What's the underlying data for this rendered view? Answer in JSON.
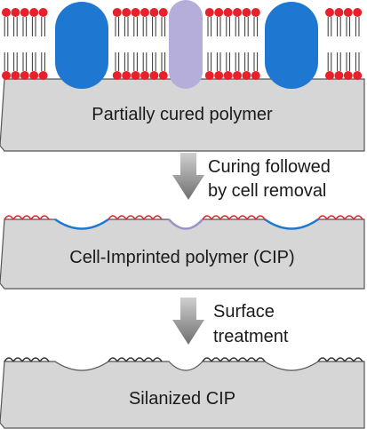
{
  "stages": [
    {
      "id": "partially-cured",
      "label": "Partially cured polymer"
    },
    {
      "id": "cell-imprinted",
      "label": "Cell-Imprinted polymer (CIP)"
    },
    {
      "id": "silanized",
      "label": "Silanized CIP"
    }
  ],
  "steps": [
    {
      "id": "curing",
      "line1": "Curing followed",
      "line2": "by cell removal"
    },
    {
      "id": "surface",
      "line1": "Surface",
      "line2": "treatment"
    }
  ],
  "colors": {
    "lipid_head": "#e8202a",
    "protein_large": "#1e78d2",
    "protein_small": "#b5aedb",
    "polymer": "#d6d6d6",
    "arrow": "#8a8a8a",
    "edge_dark": "#333333"
  }
}
